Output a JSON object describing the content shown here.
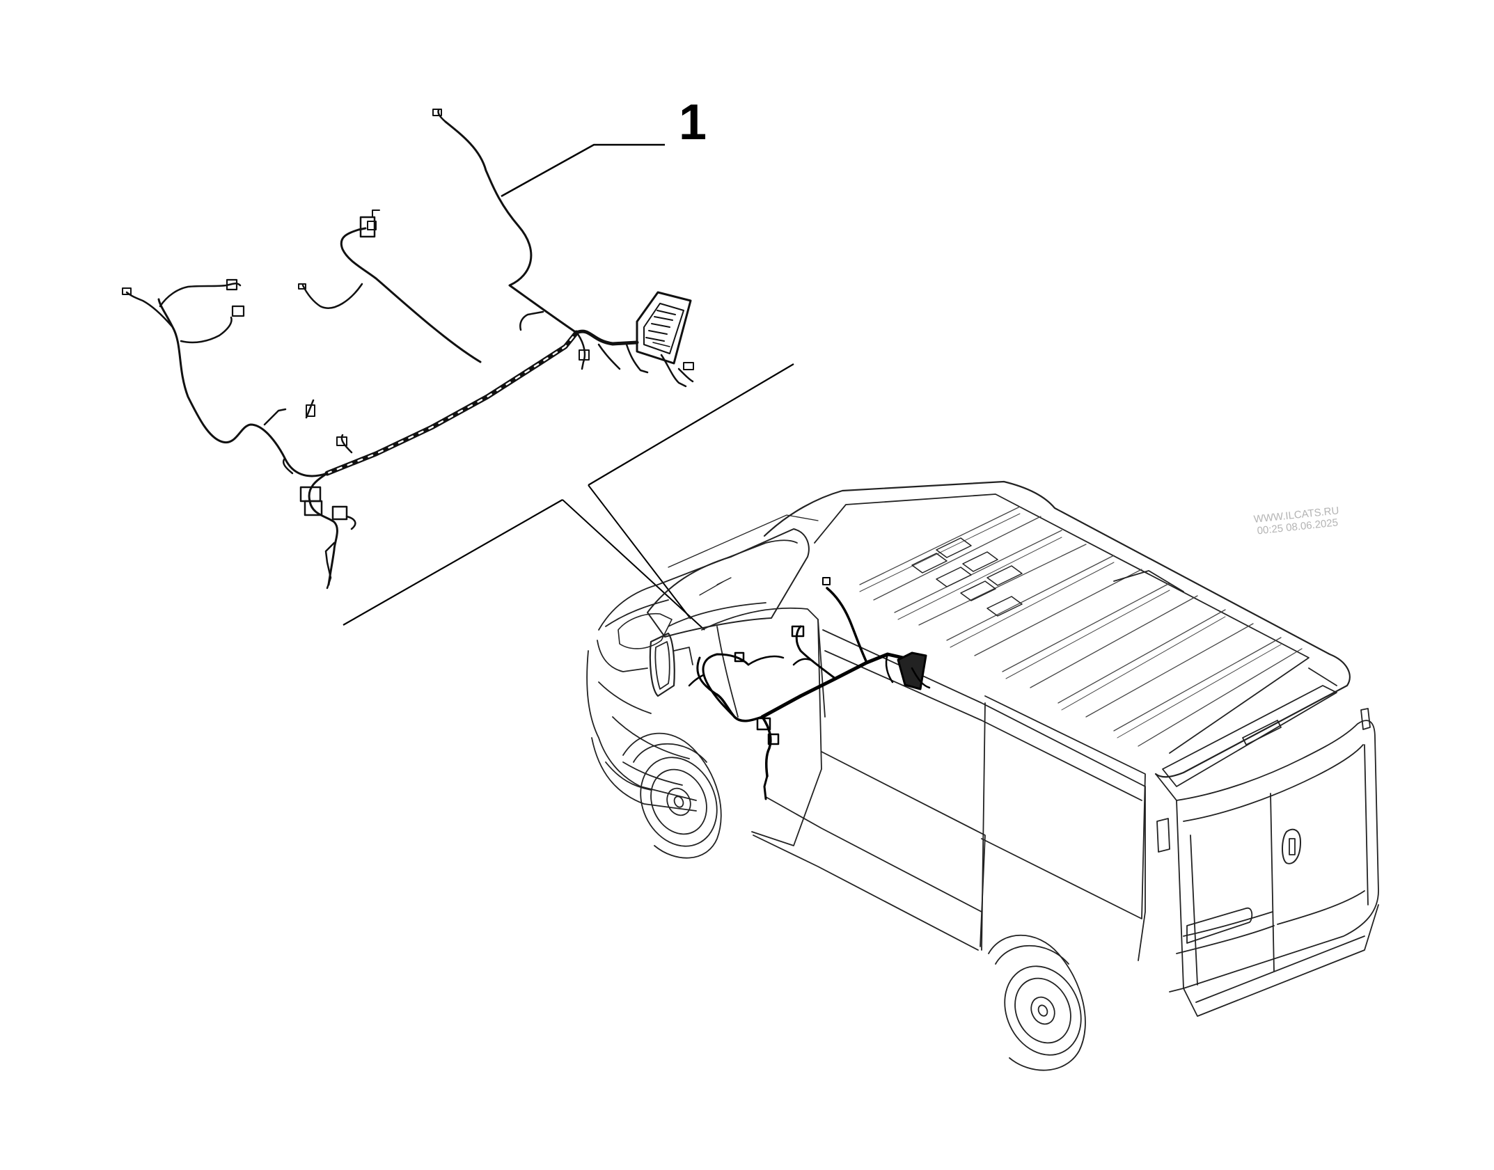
{
  "diagram": {
    "callouts": [
      {
        "id": "part-1",
        "label": "1"
      }
    ],
    "watermark": {
      "site": "WWW.ILCATS.RU",
      "timestamp": "00:25 08.06.2025"
    },
    "colors": {
      "line": "#000000",
      "background": "#ffffff",
      "watermark": "#b4b4b4"
    }
  }
}
